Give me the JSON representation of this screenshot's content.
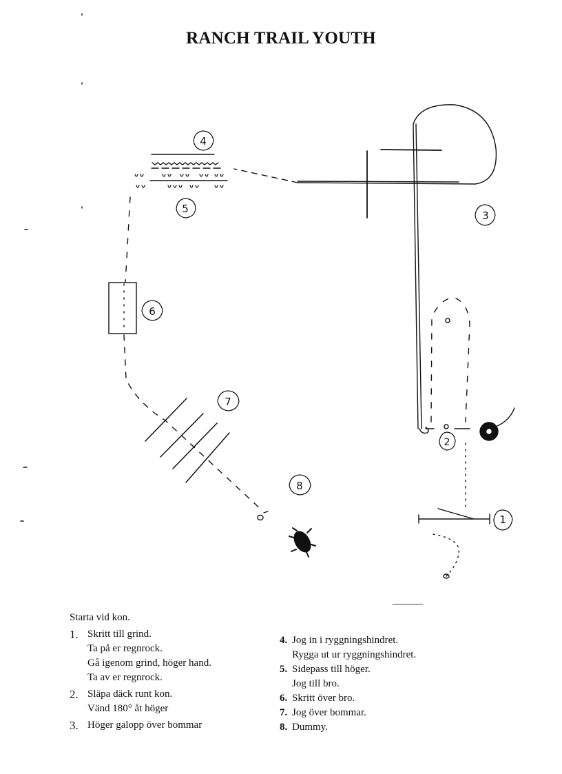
{
  "title": "RANCH TRAIL YOUTH",
  "markers": [
    "1",
    "2",
    "3",
    "4",
    "5",
    "6",
    "7",
    "8"
  ],
  "instructions": {
    "start": "Starta vid kon.",
    "left": [
      {
        "num": "1.",
        "lines": [
          "Skritt till grind.",
          "Ta på er regnrock.",
          "Gå igenom grind, höger hand.",
          "Ta av er regnrock."
        ]
      },
      {
        "num": "2.",
        "lines": [
          "Släpa däck runt kon.",
          "Vänd 180° åt höger"
        ]
      },
      {
        "num": "3.",
        "lines": [
          "Höger galopp över bommar"
        ]
      }
    ],
    "right": [
      {
        "num": "4.",
        "lines": [
          "Jog in i ryggningshindret.",
          "Rygga ut ur ryggningshindret."
        ]
      },
      {
        "num": "5.",
        "lines": [
          "Sidepass till höger.",
          "Jog till bro."
        ]
      },
      {
        "num": "6.",
        "lines": [
          "Skritt över bro."
        ]
      },
      {
        "num": "7.",
        "lines": [
          "Jog över bommar."
        ]
      },
      {
        "num": "8.",
        "lines": [
          "Dummy."
        ]
      }
    ]
  }
}
